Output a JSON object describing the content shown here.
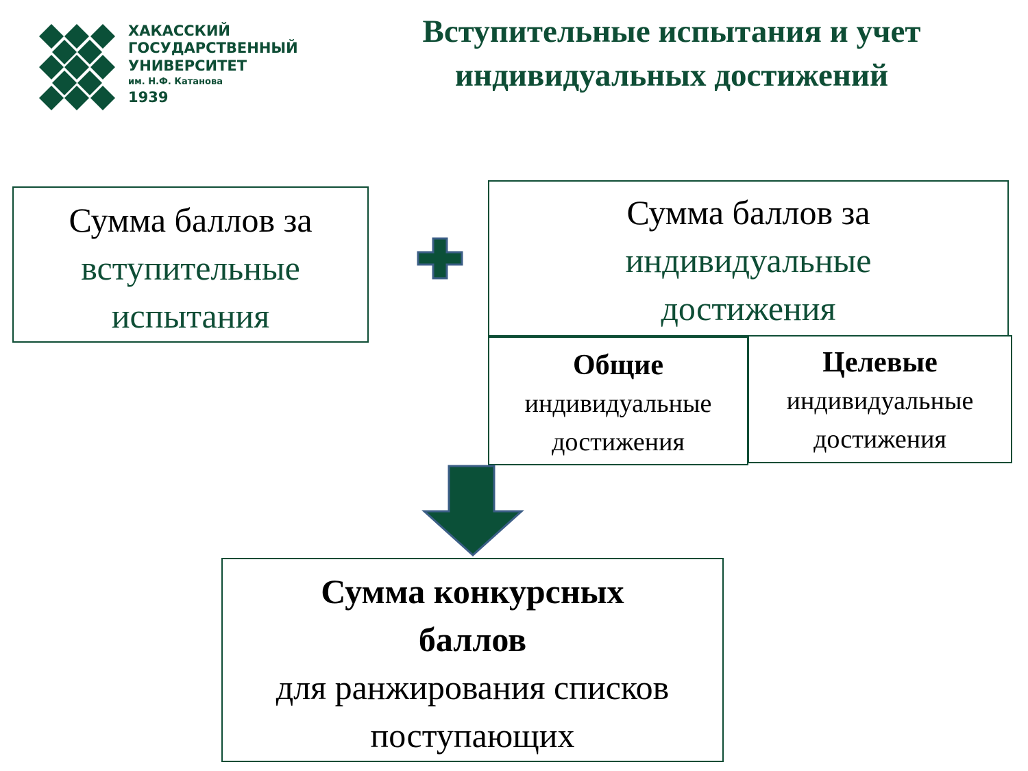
{
  "logo": {
    "line1": "ХАКАССКИЙ",
    "line2": "ГОСУДАРСТВЕННЫЙ",
    "line3": "УНИВЕРСИТЕТ",
    "line4": "им. Н.Ф. Катанова",
    "line5": "1939"
  },
  "title": {
    "line1": "Вступительные испытания и учет",
    "line2": "индивидуальных достижений"
  },
  "box_exams": {
    "line1": "Сумма баллов за",
    "line2": "вступительные",
    "line3": "испытания"
  },
  "box_achievements": {
    "line1": "Сумма баллов за",
    "line2": "индивидуальные",
    "line3": "достижения"
  },
  "box_general": {
    "line1": "Общие",
    "line2": "индивидуальные",
    "line3": "достижения"
  },
  "box_target": {
    "line1": "Целевые",
    "line2": "индивидуальные",
    "line3": "достижения"
  },
  "box_total": {
    "line1": "Сумма конкурсных",
    "line2": "баллов",
    "line3": "для ранжирования списков",
    "line4": "поступающих"
  },
  "colors": {
    "green": "#0b5038",
    "outline": "#3b5e86",
    "text_green": "#0e4d35"
  }
}
